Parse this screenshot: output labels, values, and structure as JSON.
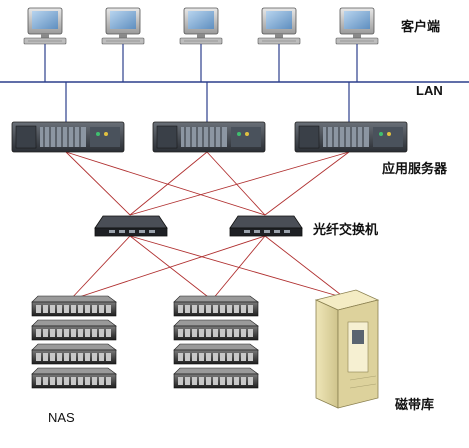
{
  "labels": {
    "clients": "客户端",
    "lan": "LAN",
    "app_servers": "应用服务器",
    "fc_switch": "光纤交换机",
    "nas": "NAS",
    "tape_library": "磁带库"
  },
  "colors": {
    "lan_line": "#2c3e8c",
    "san_line": "#b03030",
    "label_text": "#111111"
  }
}
